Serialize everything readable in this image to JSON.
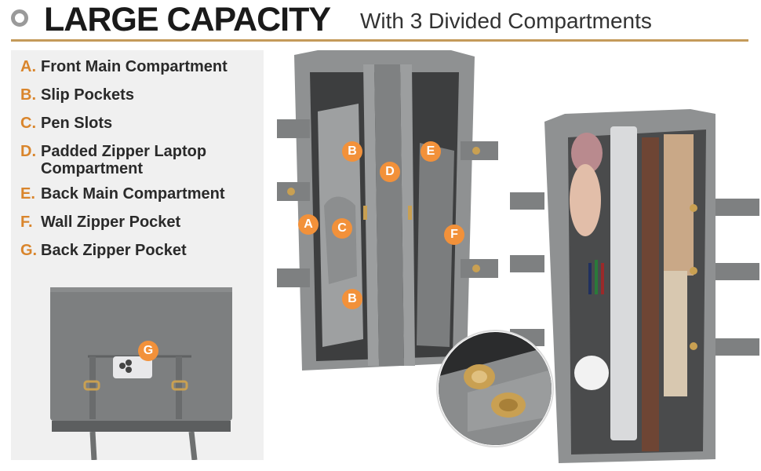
{
  "header": {
    "title": "LARGE CAPACITY",
    "subtitle": "With 3 Divided Compartments",
    "accent_color": "#c49a5a"
  },
  "features": [
    {
      "letter": "A.",
      "label": "Front Main Compartment"
    },
    {
      "letter": "B.",
      "label": "Slip Pockets"
    },
    {
      "letter": "C.",
      "label": "Pen Slots"
    },
    {
      "letter": "D.",
      "label": "Padded Zipper Laptop Compartment"
    },
    {
      "letter": "E.",
      "label": "Back Main Compartment"
    },
    {
      "letter": "F.",
      "label": "Wall Zipper Pocket"
    },
    {
      "letter": "G.",
      "label": "Back Zipper Pocket"
    }
  ],
  "markers": {
    "a": "A",
    "b": "B",
    "c": "C",
    "d": "D",
    "e": "E",
    "f": "F",
    "g": "G"
  },
  "colors": {
    "marker": "#f2913a",
    "letter": "#d9852c",
    "bag_gray": "#7a7c7d"
  }
}
